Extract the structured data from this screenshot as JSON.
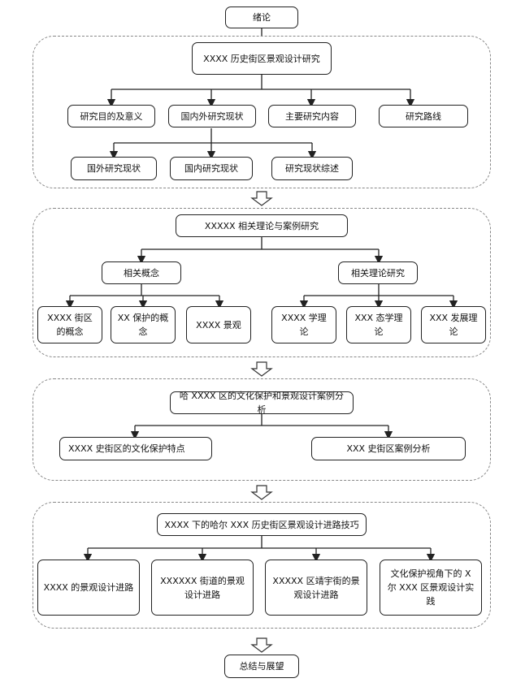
{
  "nodes": {
    "intro": "绪论",
    "research": "XXXX 历史街区景观设计研究",
    "purpose": "研究目的及意义",
    "status": "国内外研究现状",
    "content": "主要研究内容",
    "route": "研究路线",
    "foreign": "国外研究现状",
    "domestic": "国内研究现状",
    "summary": "研究现状综述",
    "theory": "XXXXX 相关理论与案例研究",
    "concept": "相关概念",
    "theory_research": "相关理论研究",
    "c1": "XXXX 街区的概念",
    "c2": "XX 保护的概念",
    "c3": "XXXX 景观",
    "t1": "XXXX 学理论",
    "t2": "XXX 态学理论",
    "t3": "XXX 发展理论",
    "analysis": "哈 XXXX 区的文化保护和景观设计案例分析",
    "a1": "XXXX 史街区的文化保护特点",
    "a2": "XXX 史街区案例分析",
    "skills": "XXXX 下的哈尔 XXX 历史街区景观设计进路技巧",
    "s1": "XXXX 的景观设计进路",
    "s2": "XXXXXX 街道的景观设计进路",
    "s3": "XXXXX 区靖宇街的景观设计进路",
    "s4": "文化保护视角下的 X 尔 XXX 区景观设计实践",
    "conclusion": "总结与展望"
  },
  "colors": {
    "line": "#222222",
    "dash": "#888888"
  }
}
